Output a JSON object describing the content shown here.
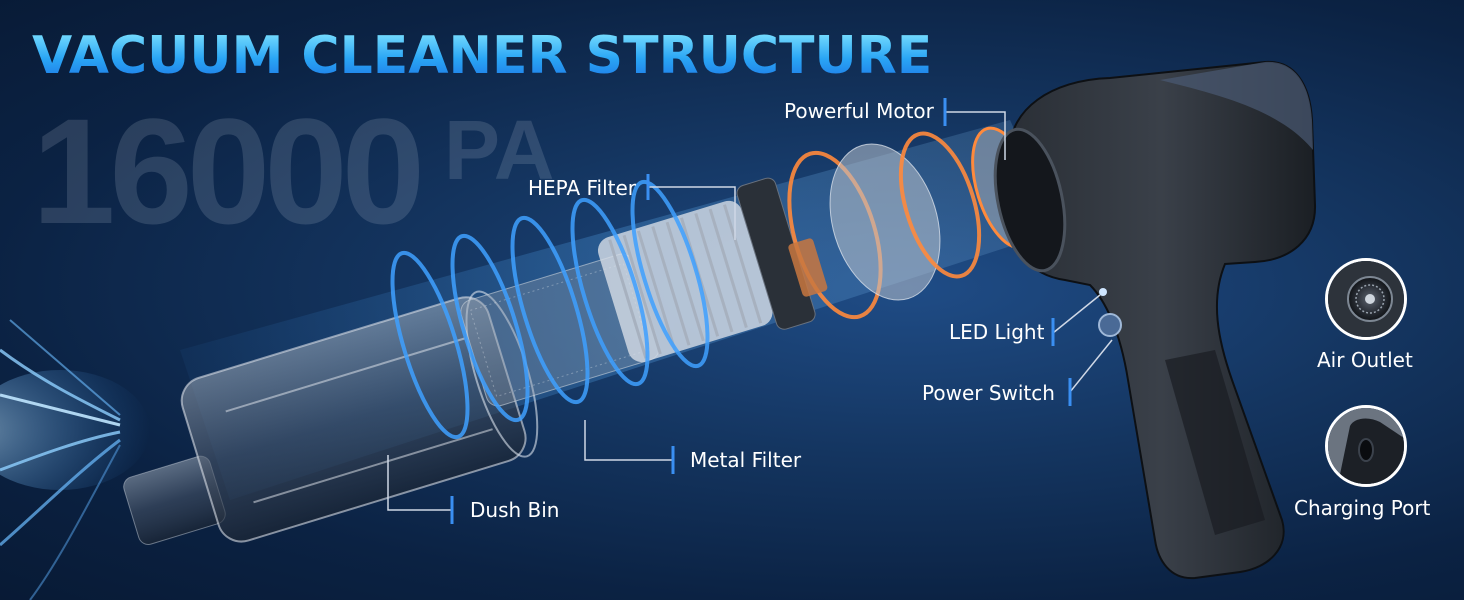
{
  "headline": "VACUUM CLEANER STRUCTURE",
  "suction": {
    "value": "16000",
    "unit": "PA"
  },
  "callouts": {
    "powerful_motor": "Powerful Motor",
    "hepa_filter": "HEPA Filter",
    "led_light": "LED Light",
    "power_switch": "Power Switch",
    "metal_filter": "Metal Filter",
    "dust_bin": "Dush Bin"
  },
  "details": {
    "air_outlet": "Air Outlet",
    "charging_port": "Charging Port"
  },
  "colors": {
    "background": "#0f2c52",
    "accent_blue": "#2aa5f5",
    "glow_blue": "#3fa0ff",
    "motor_orange": "#ff8a3c",
    "label_white": "#ffffff",
    "leader_line": "#cfd8e6"
  }
}
